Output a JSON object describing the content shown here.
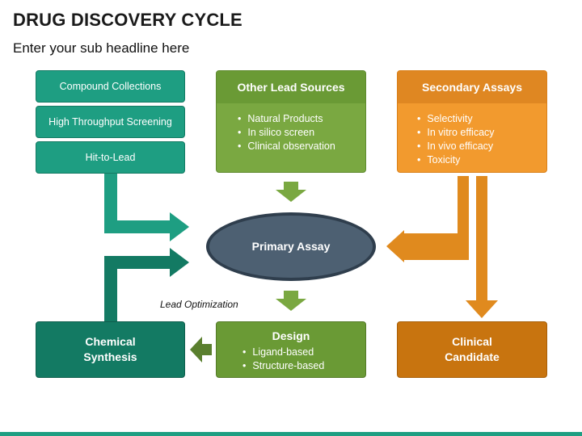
{
  "header": {
    "title": "DRUG DISCOVERY CYCLE",
    "subtitle": "Enter your sub headline here"
  },
  "colors": {
    "teal": "#1e9e82",
    "dark_teal": "#137a63",
    "green": "#7aa841",
    "orange": "#f29a2e",
    "dark_orange": "#c8740f",
    "slate": "#4d6072"
  },
  "stack": {
    "items": [
      "Compound Collections",
      "High Throughput Screening",
      "Hit-to-Lead"
    ]
  },
  "other_sources": {
    "title": "Other Lead Sources",
    "bullets": [
      "Natural Products",
      "In silico screen",
      "Clinical observation"
    ]
  },
  "secondary": {
    "title": "Secondary Assays",
    "bullets": [
      "Selectivity",
      "In vitro efficacy",
      "In vivo efficacy",
      "Toxicity"
    ]
  },
  "primary": {
    "label": "Primary Assay"
  },
  "lead_optimization": "Lead Optimization",
  "chemical": {
    "line1": "Chemical",
    "line2": "Synthesis"
  },
  "design": {
    "title": "Design",
    "bullets": [
      "Ligand-based",
      "Structure-based"
    ]
  },
  "clinical": {
    "line1": "Clinical",
    "line2": "Candidate"
  }
}
